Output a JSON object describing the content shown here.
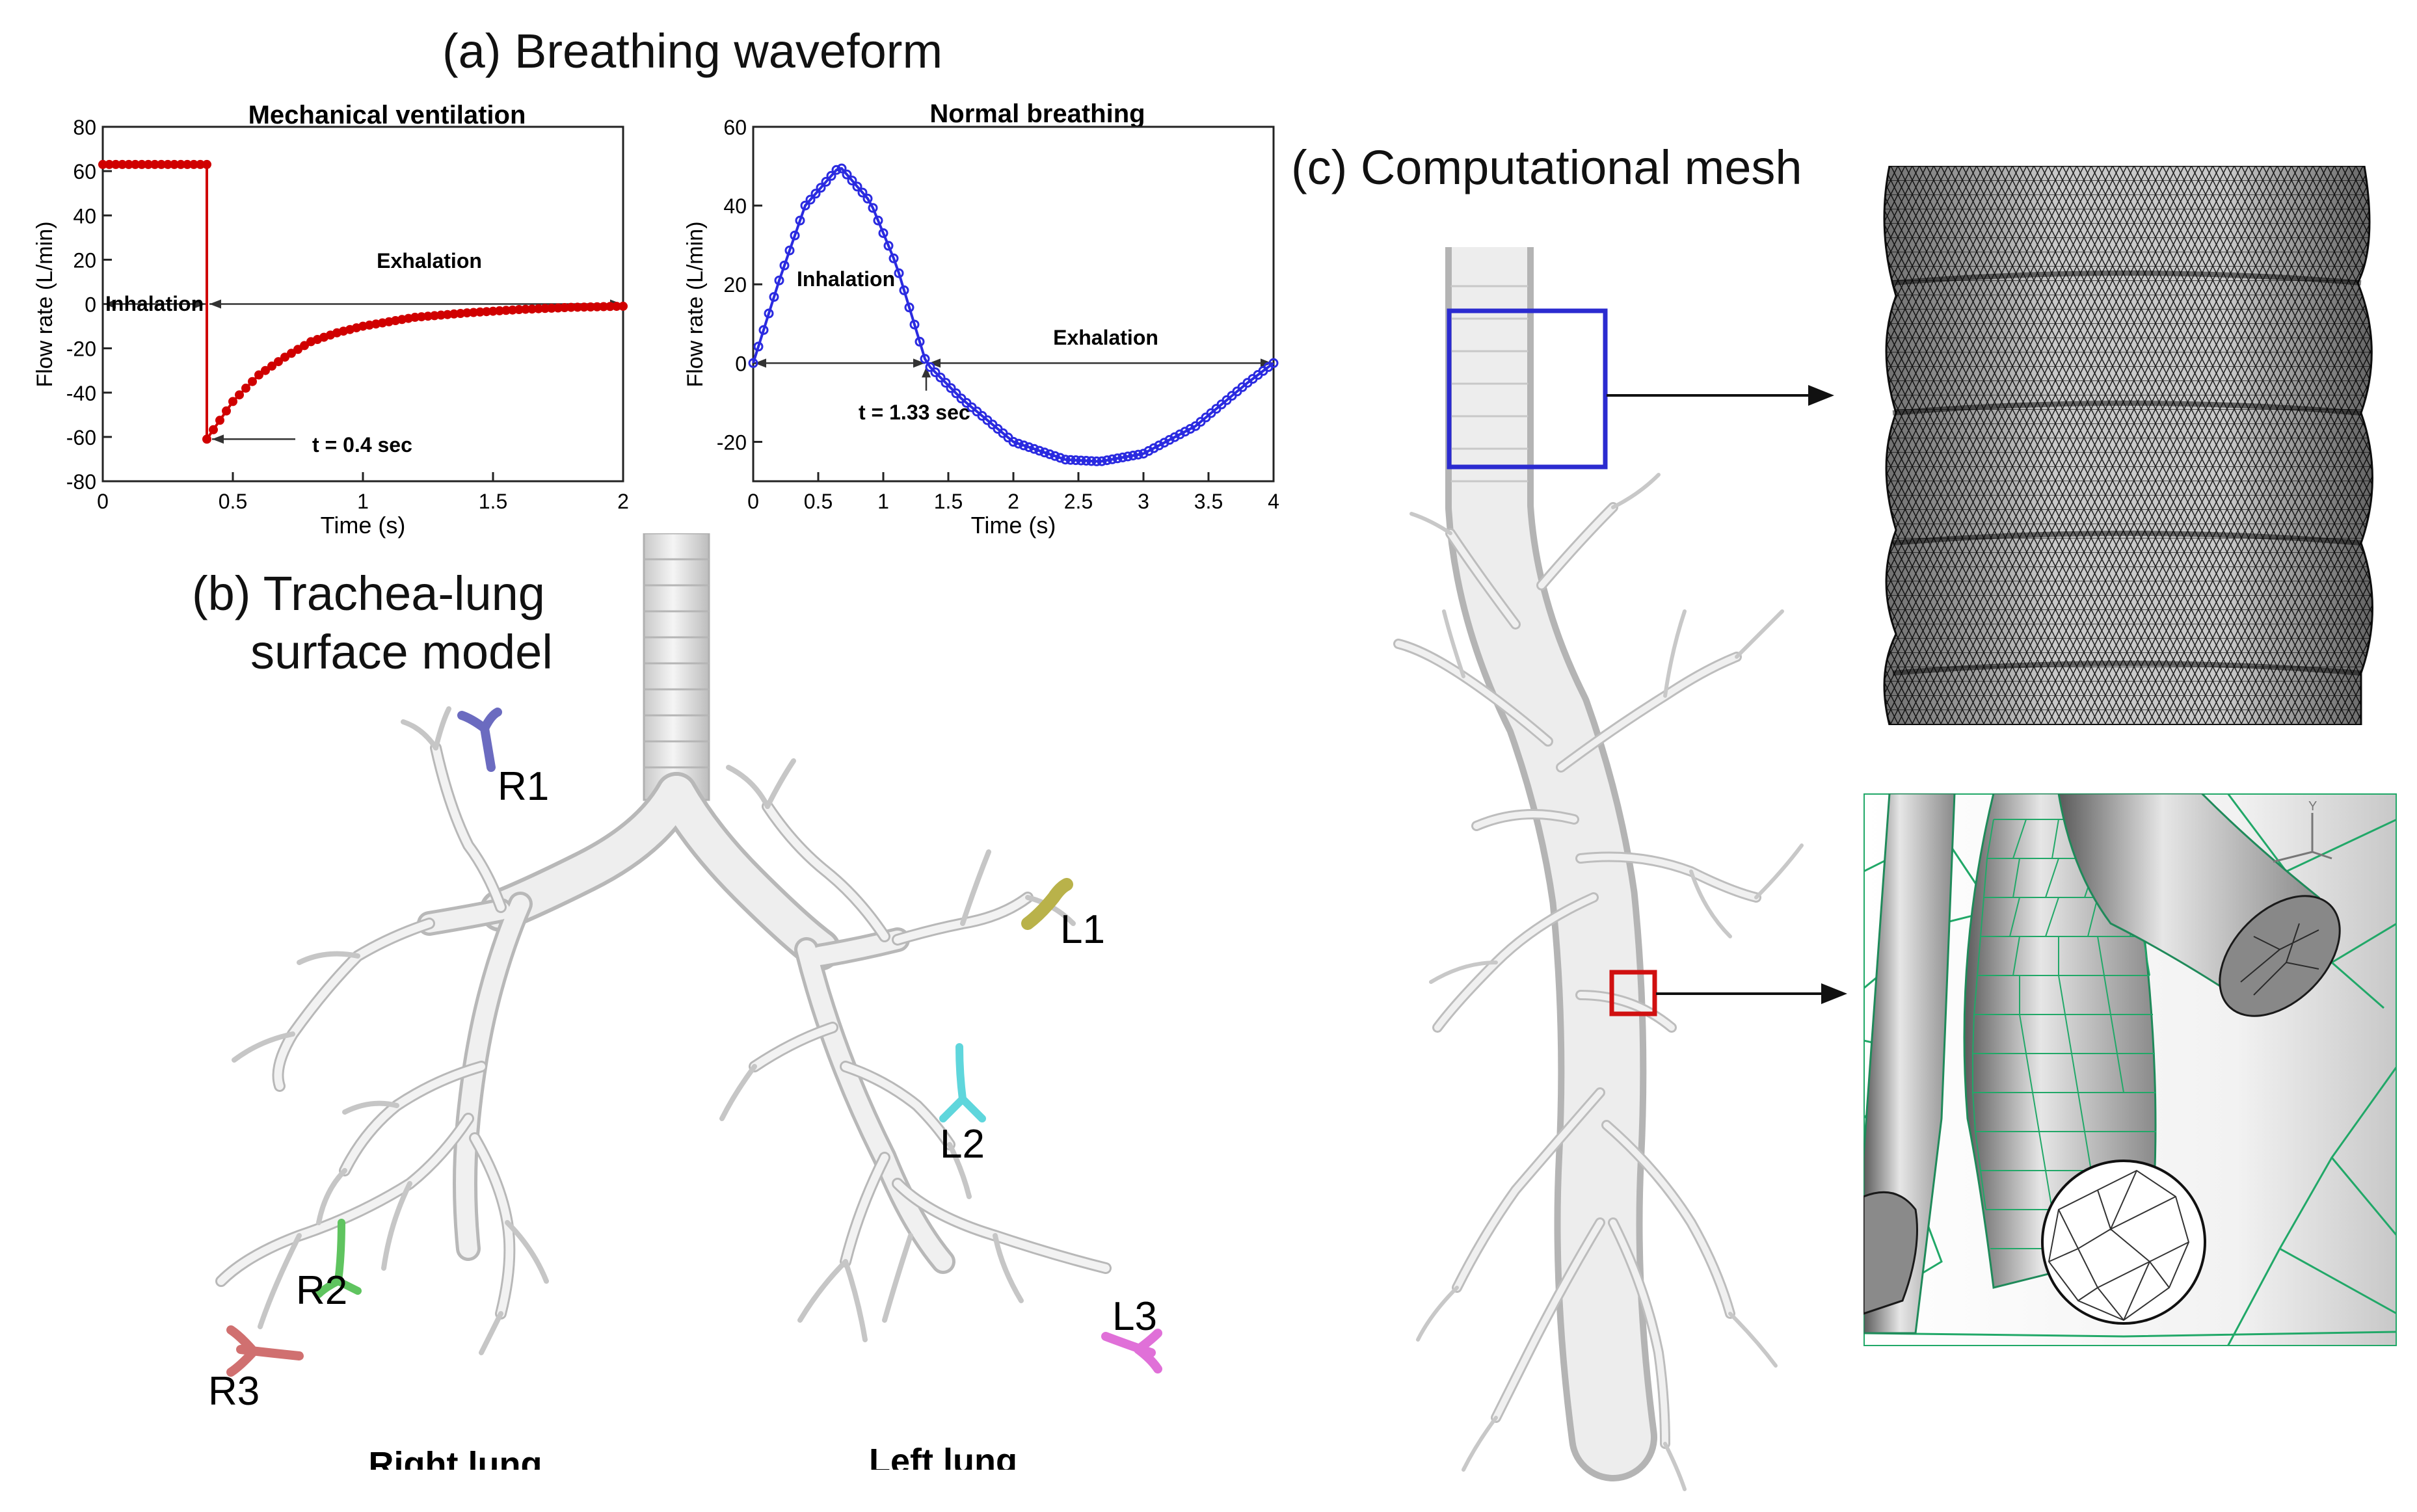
{
  "panel_a": {
    "title": "(a) Breathing waveform",
    "charts": [
      {
        "title": "Mechanical ventilation",
        "type": "line",
        "xlabel": "Time (s)",
        "ylabel": "Flow rate (L/min)",
        "xlim": [
          0,
          2
        ],
        "ylim": [
          -80,
          80
        ],
        "xticks": [
          "0",
          "0.5",
          "1",
          "1.5",
          "2"
        ],
        "yticks": [
          "-80",
          "-60",
          "-40",
          "-20",
          "0",
          "20",
          "40",
          "60",
          "80"
        ],
        "phase_labels": [
          "Inhalation",
          "Exhalation"
        ],
        "annotation": "t = 0.4 sec",
        "color": "#d00000"
      },
      {
        "title": "Normal breathing",
        "type": "line",
        "xlabel": "Time (s)",
        "ylabel": "Flow rate (L/min)",
        "xlim": [
          0,
          4
        ],
        "ylim": [
          -30,
          60
        ],
        "xticks": [
          "0",
          "0.5",
          "1",
          "1.5",
          "2",
          "2.5",
          "3",
          "3.5",
          "4"
        ],
        "yticks": [
          "-20",
          "0",
          "20",
          "40",
          "60"
        ],
        "phase_labels": [
          "Inhalation",
          "Exhalation"
        ],
        "annotation": "t = 1.33 sec",
        "color": "#2a2ae0"
      }
    ]
  },
  "chart_data": [
    {
      "type": "line",
      "title": "Mechanical ventilation",
      "xlabel": "Time (s)",
      "ylabel": "Flow rate (L/min)",
      "xlim": [
        0,
        2
      ],
      "ylim": [
        -80,
        80
      ],
      "series": [
        {
          "x": [
            0,
            0.1,
            0.2,
            0.3,
            0.4,
            0.4,
            0.5,
            0.6,
            0.7,
            0.8,
            0.9,
            1.0,
            1.2,
            1.4,
            1.6,
            1.8,
            2.0
          ],
          "y": [
            63,
            63,
            63,
            63,
            63,
            -61,
            -44,
            -32,
            -24,
            -17,
            -13,
            -10,
            -6,
            -4,
            -2.5,
            -1.5,
            -1
          ]
        }
      ]
    },
    {
      "type": "line",
      "title": "Normal breathing",
      "xlabel": "Time (s)",
      "ylabel": "Flow rate (L/min)",
      "xlim": [
        0,
        4
      ],
      "ylim": [
        -30,
        60
      ],
      "series": [
        {
          "x": [
            0,
            0.2,
            0.4,
            0.665,
            0.9,
            1.1,
            1.33,
            1.6,
            2.0,
            2.4,
            2.665,
            3.0,
            3.4,
            3.8,
            4.0
          ],
          "y": [
            0,
            21,
            40,
            50,
            41,
            25,
            0,
            -9,
            -20,
            -24.5,
            -25,
            -23,
            -16,
            -5,
            0
          ]
        }
      ]
    }
  ],
  "panel_b": {
    "title_line1": "(b) Trachea-lung",
    "title_line2": "surface model",
    "labels": {
      "r1": "R1",
      "r2": "R2",
      "r3": "R3",
      "l1": "L1",
      "l2": "L2",
      "l3": "L3"
    },
    "right_lung": "Right lung",
    "left_lung": "Left lung",
    "colors": {
      "r1": "#6b6bc0",
      "r2": "#5fc45f",
      "r3": "#d07070",
      "l1": "#b9b24a",
      "l2": "#5fd6dc",
      "l3": "#e070d8"
    }
  },
  "panel_c": {
    "title": "(c) Computational mesh",
    "box_colors": {
      "top": "#2b2bd0",
      "bottom": "#d01010"
    },
    "mesh_color": "#21a868",
    "axis_label": "Y"
  }
}
